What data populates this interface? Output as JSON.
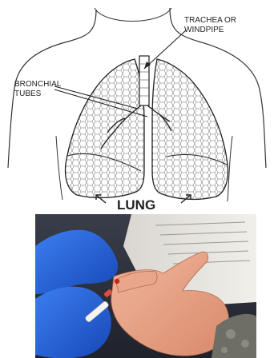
{
  "diagram": {
    "label_trachea_line1": "TRACHEA OR",
    "label_trachea_line2": "WINDPIPE",
    "label_bronchial_line1": "BRONCHIAL",
    "label_bronchial_line2": "TUBES",
    "label_lung": "LUNG"
  },
  "photo": {
    "glove_color": "#1f63d6",
    "skin_color": "#e8a184",
    "background_color": "#2b2f3a"
  }
}
